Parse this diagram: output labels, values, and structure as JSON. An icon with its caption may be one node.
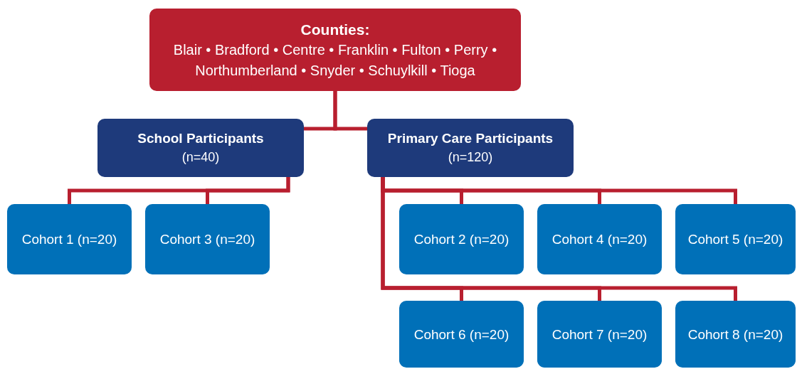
{
  "diagram": {
    "nodes": [
      {
        "text": [
          "Counties:",
          "Blair • Bradford • Centre • Franklin • Fulton • Perry • Northumberland • Snyder • Schuylkill • Tioga"
        ]
      },
      {
        "text": [
          "School Participants",
          "(n=40)"
        ]
      },
      {
        "text": [
          "Primary Care Participants",
          "(n=120)"
        ]
      },
      {
        "text": [
          "Cohort 1 (n=20)"
        ]
      },
      {
        "text": [
          "Cohort 3 (n=20)"
        ]
      },
      {
        "text": [
          "Cohort 2 (n=20)"
        ]
      },
      {
        "text": [
          "Cohort 4 (n=20)"
        ]
      },
      {
        "text": [
          "Cohort 5 (n=20)"
        ]
      },
      {
        "text": [
          "Cohort 6 (n=20)"
        ]
      },
      {
        "text": [
          "Cohort 7 (n=20)"
        ]
      },
      {
        "text": [
          "Cohort 8 (n=20)"
        ]
      }
    ],
    "edges": [
      {
        "from": 0,
        "to": 1,
        "arrow": "none"
      },
      {
        "from": 0,
        "to": 2,
        "arrow": "none"
      },
      {
        "from": 1,
        "to": 3,
        "arrow": "none"
      },
      {
        "from": 1,
        "to": 4,
        "arrow": "none"
      },
      {
        "from": 2,
        "to": 5,
        "arrow": "none"
      },
      {
        "from": 2,
        "to": 6,
        "arrow": "none"
      },
      {
        "from": 2,
        "to": 7,
        "arrow": "none"
      },
      {
        "from": 2,
        "to": 8,
        "arrow": "none"
      },
      {
        "from": 2,
        "to": 9,
        "arrow": "none"
      },
      {
        "from": 2,
        "to": 10,
        "arrow": "none"
      }
    ]
  }
}
